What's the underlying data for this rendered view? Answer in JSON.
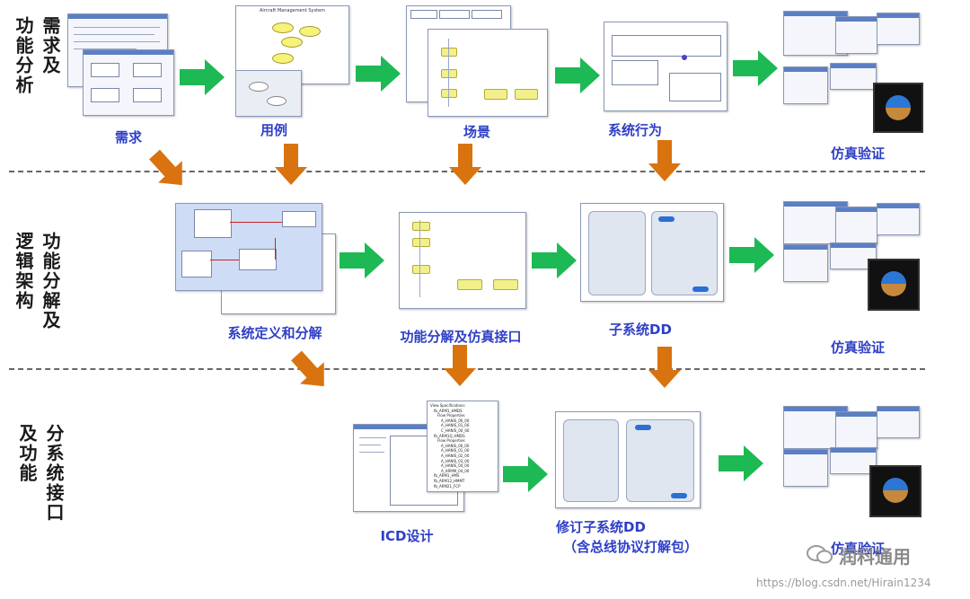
{
  "rows": [
    {
      "label_a": "功能分析",
      "label_b": "需求及"
    },
    {
      "label_a": "逻辑架构",
      "label_b": "功能分解及"
    },
    {
      "label_a": "及功能",
      "label_b": "分系统接口"
    }
  ],
  "captions": {
    "req": "需求",
    "usecase": "用例",
    "scenario": "场景",
    "sysbehavior": "系统行为",
    "sim1": "仿真验证",
    "sysdef": "系统定义和分解",
    "funcdecomp": "功能分解及仿真接口",
    "subsys": "子系统DD",
    "sim2": "仿真验证",
    "icd": "ICD设计",
    "revised_line1": "修订子系统DD",
    "revised_line2": "（含总线协议打解包）",
    "sim3": "仿真验证"
  },
  "inset_titles": {
    "usecase_title": "Aircraft Management System"
  },
  "icd_tree": [
    "View Specifications",
    "fb_ARM1_HMDS",
    "Flow Properties",
    "A_HANIS_00_00",
    "A_HANIS_01_00",
    "C_HANIS_00_00",
    "fb_ARM1Q_HMDS",
    "Flow Properties",
    "A_HANIS_00_00",
    "A_HANIS_01_00",
    "A_HANIS_02_00",
    "A_HANIS_03_00",
    "A_HANIS_04_00",
    "A_ARMM_04_00",
    "fb_ARM1_HMS",
    "fb_ARM12_HMMT",
    "fb_ARM21_FCP"
  ],
  "watermark": {
    "url": "https://blog.csdn.net/Hirain1234",
    "brand": "润科通用"
  },
  "colors": {
    "arrow_green": "#1db954",
    "arrow_orange": "#d9730f",
    "caption_blue": "#2e3fc6"
  }
}
